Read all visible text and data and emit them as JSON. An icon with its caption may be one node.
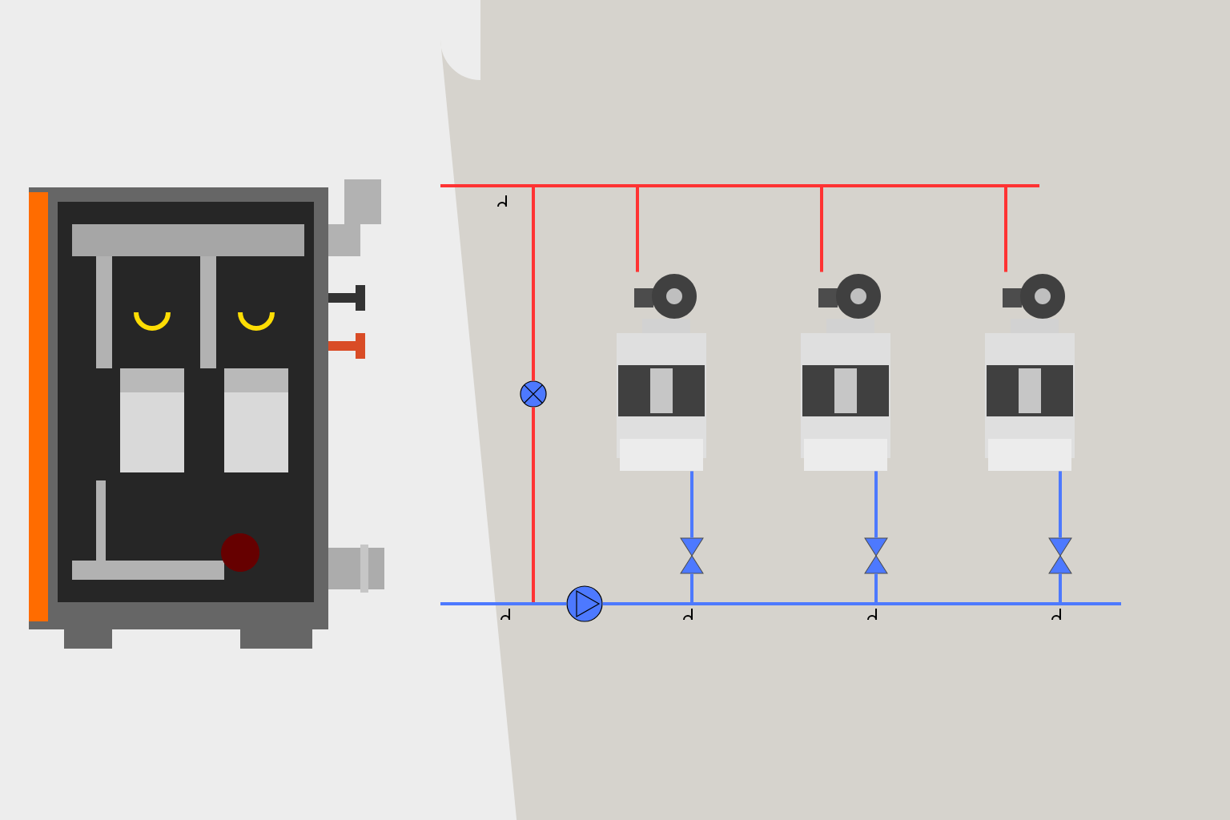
{
  "diagram": {
    "nodes": [
      {
        "text": [],
        "shape": "picture"
      },
      {
        "text": [],
        "shape": "picture"
      },
      {
        "text": [],
        "shape": "picture"
      },
      {
        "text": [],
        "shape": "picture"
      },
      {
        "text": [],
        "shape": "circle"
      },
      {
        "text": [],
        "shape": "circle"
      },
      {
        "text": [],
        "shape": "valve"
      },
      {
        "text": [],
        "shape": "valve"
      },
      {
        "text": [],
        "shape": "valve"
      }
    ],
    "edges": [
      {
        "from": null,
        "to": 1,
        "arrow": "none",
        "color": "#ff3333"
      },
      {
        "from": null,
        "to": 2,
        "arrow": "none",
        "color": "#ff3333"
      },
      {
        "from": null,
        "to": 3,
        "arrow": "none",
        "color": "#ff3333"
      },
      {
        "from": null,
        "to": 4,
        "arrow": "none",
        "color": "#ff3333"
      },
      {
        "from": 4,
        "to": null,
        "arrow": "none",
        "color": "#ff3333"
      },
      {
        "from": 1,
        "to": 6,
        "arrow": "none"
      },
      {
        "from": 2,
        "to": 7,
        "arrow": "none"
      },
      {
        "from": 3,
        "to": 8,
        "arrow": "none"
      },
      {
        "from": 6,
        "to": null,
        "arrow": "none"
      },
      {
        "from": 7,
        "to": null,
        "arrow": "none"
      },
      {
        "from": 8,
        "to": null,
        "arrow": "none"
      },
      {
        "from": null,
        "to": 5,
        "arrow": "none"
      },
      {
        "from": 5,
        "to": null,
        "arrow": "none"
      }
    ]
  }
}
